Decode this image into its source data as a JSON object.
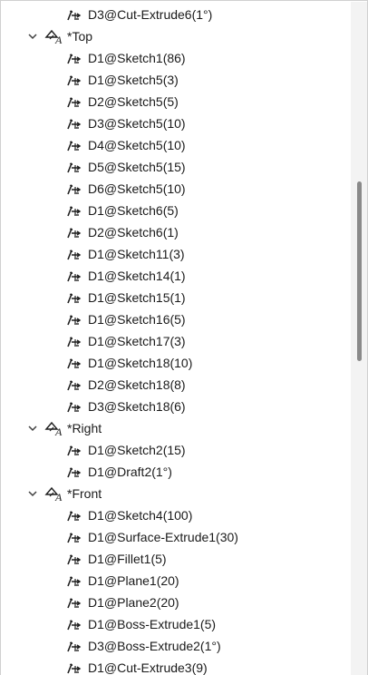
{
  "tree": {
    "rows": [
      {
        "kind": "dim",
        "label": "D3@Cut-Extrude6(1°)"
      },
      {
        "kind": "group",
        "label": "*Top"
      },
      {
        "kind": "dim",
        "label": "D1@Sketch1(86)"
      },
      {
        "kind": "dim",
        "label": "D1@Sketch5(3)"
      },
      {
        "kind": "dim",
        "label": "D2@Sketch5(5)"
      },
      {
        "kind": "dim",
        "label": "D3@Sketch5(10)"
      },
      {
        "kind": "dim",
        "label": "D4@Sketch5(10)"
      },
      {
        "kind": "dim",
        "label": "D5@Sketch5(15)"
      },
      {
        "kind": "dim",
        "label": "D6@Sketch5(10)"
      },
      {
        "kind": "dim",
        "label": "D1@Sketch6(5)"
      },
      {
        "kind": "dim",
        "label": "D2@Sketch6(1)"
      },
      {
        "kind": "dim",
        "label": "D1@Sketch11(3)"
      },
      {
        "kind": "dim",
        "label": "D1@Sketch14(1)"
      },
      {
        "kind": "dim",
        "label": "D1@Sketch15(1)"
      },
      {
        "kind": "dim",
        "label": "D1@Sketch16(5)"
      },
      {
        "kind": "dim",
        "label": "D1@Sketch17(3)"
      },
      {
        "kind": "dim",
        "label": "D1@Sketch18(10)"
      },
      {
        "kind": "dim",
        "label": "D2@Sketch18(8)"
      },
      {
        "kind": "dim",
        "label": "D3@Sketch18(6)"
      },
      {
        "kind": "group",
        "label": "*Right"
      },
      {
        "kind": "dim",
        "label": "D1@Sketch2(15)"
      },
      {
        "kind": "dim",
        "label": "D1@Draft2(1°)"
      },
      {
        "kind": "group",
        "label": "*Front"
      },
      {
        "kind": "dim",
        "label": "D1@Sketch4(100)"
      },
      {
        "kind": "dim",
        "label": "D1@Surface-Extrude1(30)"
      },
      {
        "kind": "dim",
        "label": "D1@Fillet1(5)"
      },
      {
        "kind": "dim",
        "label": "D1@Plane1(20)"
      },
      {
        "kind": "dim",
        "label": "D1@Plane2(20)"
      },
      {
        "kind": "dim",
        "label": "D1@Boss-Extrude1(5)"
      },
      {
        "kind": "dim",
        "label": "D3@Boss-Extrude2(1°)"
      },
      {
        "kind": "dim",
        "label": "D1@Cut-Extrude3(9)"
      }
    ]
  },
  "icons": {
    "dimension": "dimension-icon",
    "annotation_view": "annotation-view-icon",
    "expand": "chevron-down-icon"
  },
  "colors": {
    "icon_ink": "#1f1f1f",
    "scroll_thumb": "#8a8a8a"
  }
}
